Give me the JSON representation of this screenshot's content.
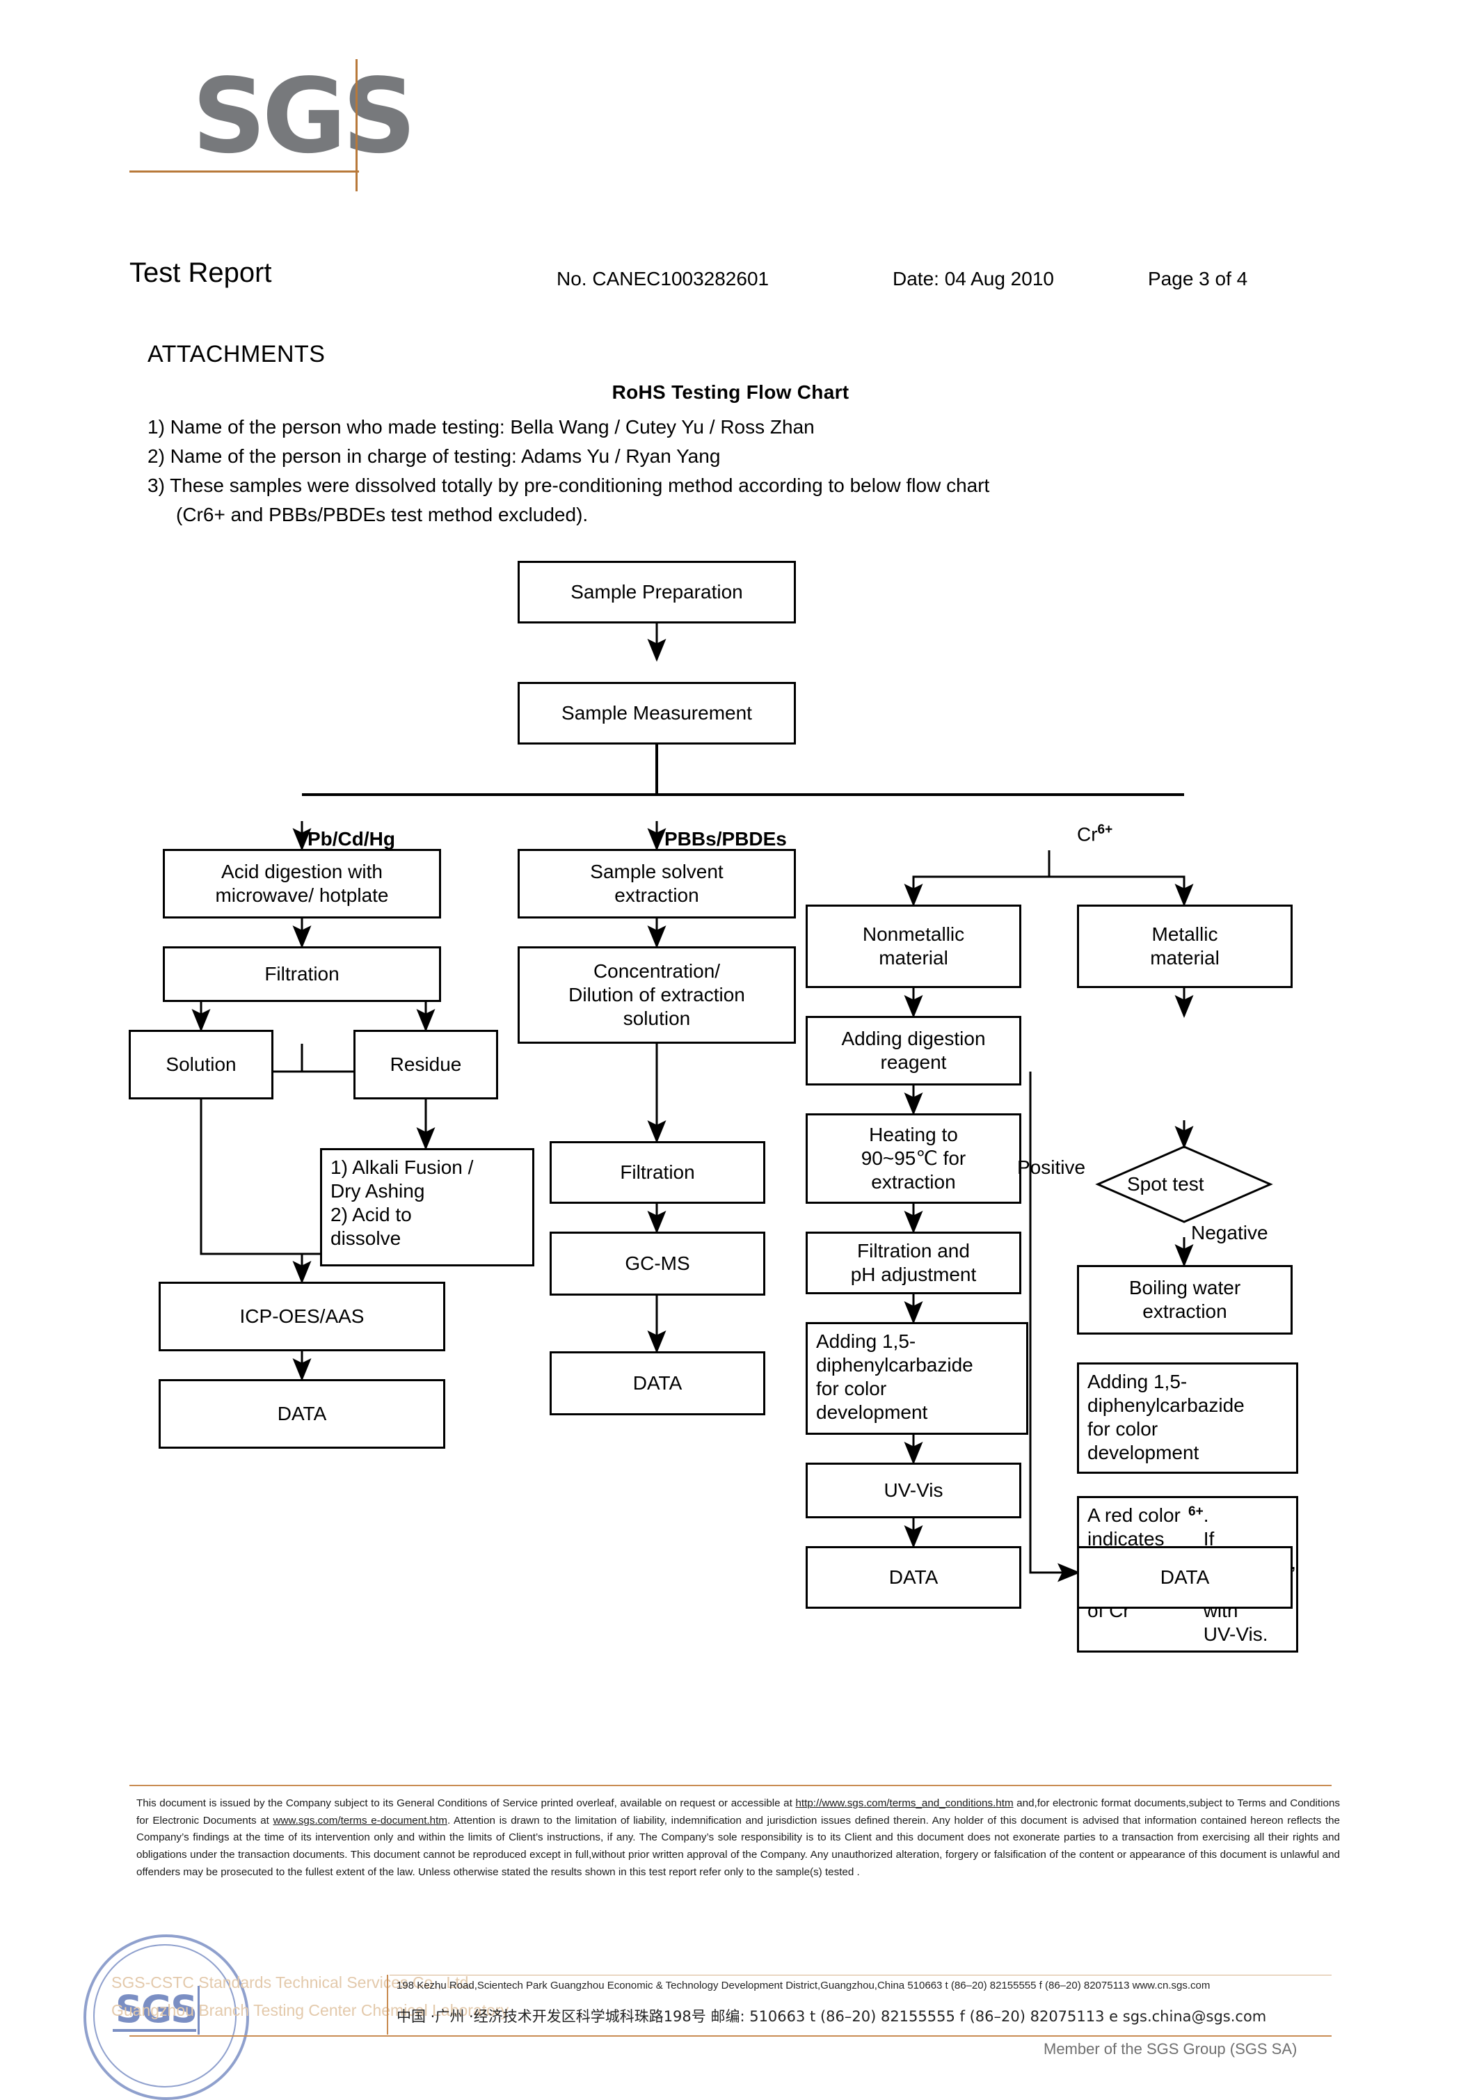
{
  "logo": {
    "brand": "SGS"
  },
  "header": {
    "title": "Test Report",
    "report_no": "No. CANEC1003282601",
    "date": "Date: 04 Aug 2010",
    "page": "Page 3 of 4"
  },
  "attachments": {
    "heading": "ATTACHMENTS",
    "flow_heading": "RoHS Testing Flow Chart",
    "note1": "1) Name of the person who made testing: Bella Wang / Cutey Yu / Ross Zhan",
    "note2": "2) Name of the person in charge of testing: Adams Yu / Ryan Yang",
    "note3": "3) These samples were dissolved totally by pre-conditioning method according to below flow chart",
    "note3b": "(Cr6+ and PBBs/PBDEs test method excluded)."
  },
  "chart_data": {
    "type": "diagram",
    "title": "RoHS Testing Flow Chart",
    "branch_labels": {
      "metals": "Pb/Cd/Hg",
      "flame": "PBBs/PBDEs",
      "chrome": "Cr",
      "chrome_sup": "6+"
    },
    "decision_labels": {
      "positive": "Positive",
      "negative": "Negative"
    },
    "nodes": {
      "sample_preparation": "Sample Preparation",
      "sample_measurement": "Sample Measurement",
      "acid_digestion": "Acid digestion with\nmicrowave/ hotplate",
      "filtration_a": "Filtration",
      "solution": "Solution",
      "residue": "Residue",
      "alkali": "1) Alkali Fusion /\n    Dry Ashing\n2) Acid to\n    dissolve",
      "icp": "ICP-OES/AAS",
      "data_a": "DATA",
      "solvent_extraction": "Sample solvent\nextraction",
      "concentration": "Concentration/\nDilution of extraction\nsolution",
      "filtration_b": "Filtration",
      "gcms": "GC-MS",
      "data_b": "DATA",
      "nonmetallic": "Nonmetallic\nmaterial",
      "digestion_reagent": "Adding digestion\nreagent",
      "heating": "Heating to\n90~95℃  for\nextraction",
      "filtration_ph": "Filtration and\npH adjustment",
      "dpc_c": "Adding 1,5-\ndiphenylcarbazide\nfor color\ndevelopment",
      "uvvis": "UV-Vis",
      "data_c": "DATA",
      "metallic": "Metallic\nmaterial",
      "spot_test": "Spot test",
      "boiling": "Boiling water\nextraction",
      "dpc_d": "Adding 1,5-\ndiphenylcarbazide\nfor color\ndevelopment",
      "red_color": "A red color\nindicates the\npresence of Cr6+.\nIf necessary,\nconfirm with\nUV-Vis.",
      "data_d": "DATA"
    }
  },
  "footer": {
    "disclaimer_html": "This document is issued by the Company subject to its General Conditions of Service printed overleaf, available on request or accessible at <u>http://www.sgs.com/terms_and_conditions.htm</u> and,for electronic format documents,subject to Terms and Conditions for Electronic Documents at <u>www.sgs.com/terms e-document.htm</u>. Attention is drawn to the limitation of liability, indemnification and jurisdiction issues defined therein. Any holder of this document is advised that information contained hereon reflects the Company’s findings at the time of its intervention only and within the limits of Client’s instructions, if any. The Company’s sole responsibility is to its Client and this document does not exonerate parties to a transaction from exercising all their rights and obligations under the transaction documents. This document cannot be reproduced except in full,without prior written approval of the Company. Any unauthorized alteration, forgery or falsification of the content or appearance of this document is unlawful and offenders may be prosecuted to the fullest extent of the law. Unless otherwise stated the results shown in this test report refer only to the sample(s) tested .",
    "address_en": "198 Kezhu Road,Scientech Park Guangzhou Economic & Technology Development District,Guangzhou,China  510663    t (86–20) 82155555   f (86–20) 82075113            www.cn.sgs.com",
    "address_cn": "中国 ·广州 ·经济技术开发区科学城科珠路198号                邮编: 510663   t (86–20) 82155555   f (86–20) 82075113   e  sgs.china@sgs.com",
    "member": "Member of the SGS Group (SGS SA)",
    "watermark_line1": "SGS-CSTC Standards Technical Services Co., Ltd.",
    "watermark_line2": "Guangzhou Branch Testing Center Chemical Laboratory",
    "watermark_stamp": "SGS"
  }
}
